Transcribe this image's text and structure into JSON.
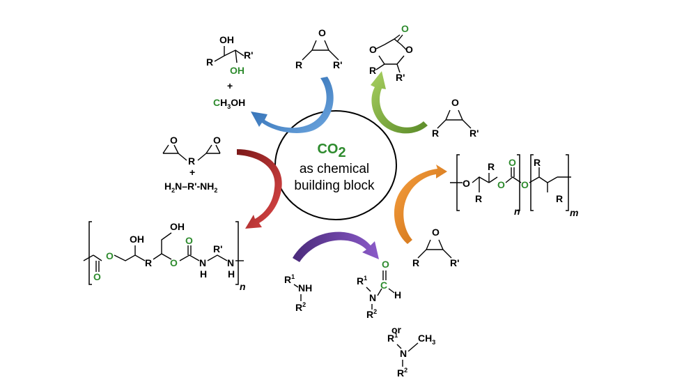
{
  "center": {
    "co2_main": "CO",
    "co2_sub": "2",
    "line1": "as chemical",
    "line2": "building block"
  },
  "labels": {
    "R": "R",
    "Rp": "R'",
    "O": "O",
    "OH": "OH",
    "H": "H",
    "N": "N",
    "NH": "NH",
    "n": "n",
    "m": "m",
    "plus": "+",
    "or": "or",
    "methanol": "OH",
    "methanol_c": "C",
    "methanol_h": "H",
    "methanol_3": "3",
    "diamine_a": "H",
    "diamine_b": "2",
    "diamine_c": "N–R'-NH",
    "diamine_d": "2",
    "R1": "R",
    "R2": "R",
    "sup1": "1",
    "sup2": "2",
    "C": "C",
    "CH3": "CH",
    "sub3": "3",
    "Rr": "R"
  },
  "colors": {
    "blue": "#3b7bc8",
    "green": "#7bb23a",
    "red": "#b83232",
    "orange": "#e8882a",
    "purple": "#6b3fa0",
    "co2_green": "#2e8b2e"
  }
}
